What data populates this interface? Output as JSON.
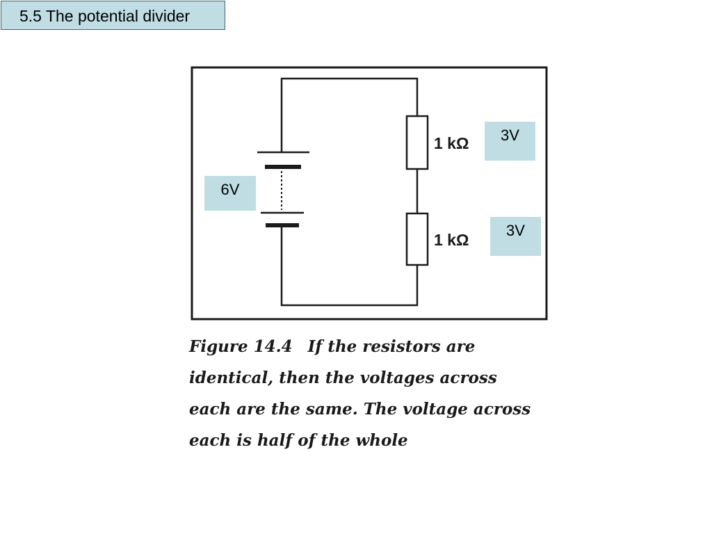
{
  "slide": {
    "title": "5.5 The potential divider"
  },
  "diagram": {
    "resistor_top_label": "1 kΩ",
    "resistor_bottom_label": "1 kΩ",
    "annotations": {
      "top_voltage": "3V",
      "bottom_voltage": "3V",
      "cell_voltage": "6V"
    },
    "annotation_color": "#bfdde3"
  },
  "caption": {
    "figure": "Figure 14.4",
    "line1": "If the resistors are",
    "line2": "identical, then the voltages across",
    "line3": "each are the same. The voltage across",
    "line4": "each is half of the whole"
  }
}
